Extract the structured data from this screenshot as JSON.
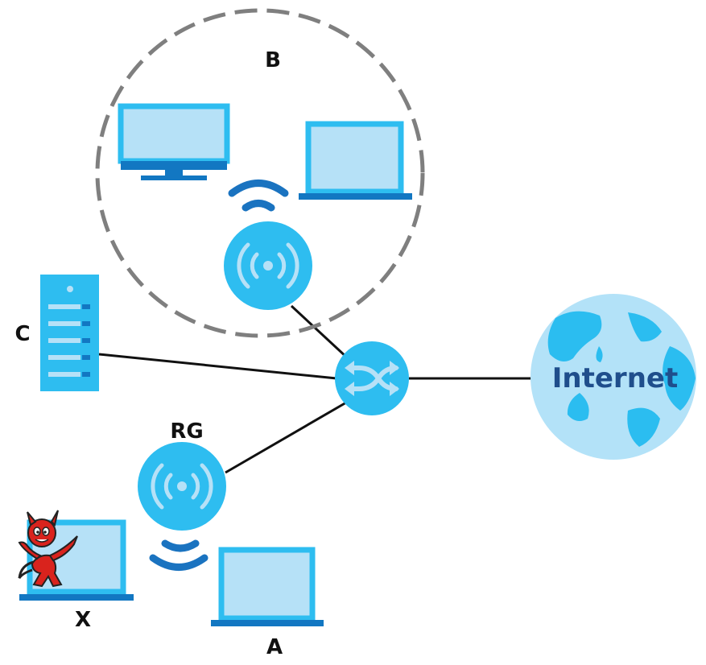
{
  "labels": {
    "b": "B",
    "c": "C",
    "rg": "RG",
    "x": "X",
    "a": "A",
    "internet": "Internet"
  },
  "colors": {
    "device_blue": "#2ebdf0",
    "screen_fill": "#b6e1f7",
    "base_dark": "#1277c2",
    "signal_dark": "#1a73c0",
    "globe_ocean": "#b3e2f8",
    "globe_land": "#2bbdf0",
    "internet_text": "#1f4e8c",
    "zone_dash": "#7f7f7f",
    "link_line": "#111111",
    "intruder_red": "#d9231d"
  },
  "icons": {
    "switch": "switch-icon",
    "access_point": "wireless-access-point-icon",
    "server": "server-icon",
    "monitor": "desktop-monitor-icon",
    "laptop": "laptop-icon",
    "globe": "globe-icon",
    "intruder": "devil-hacker-icon",
    "signal": "wifi-signal-icon"
  }
}
